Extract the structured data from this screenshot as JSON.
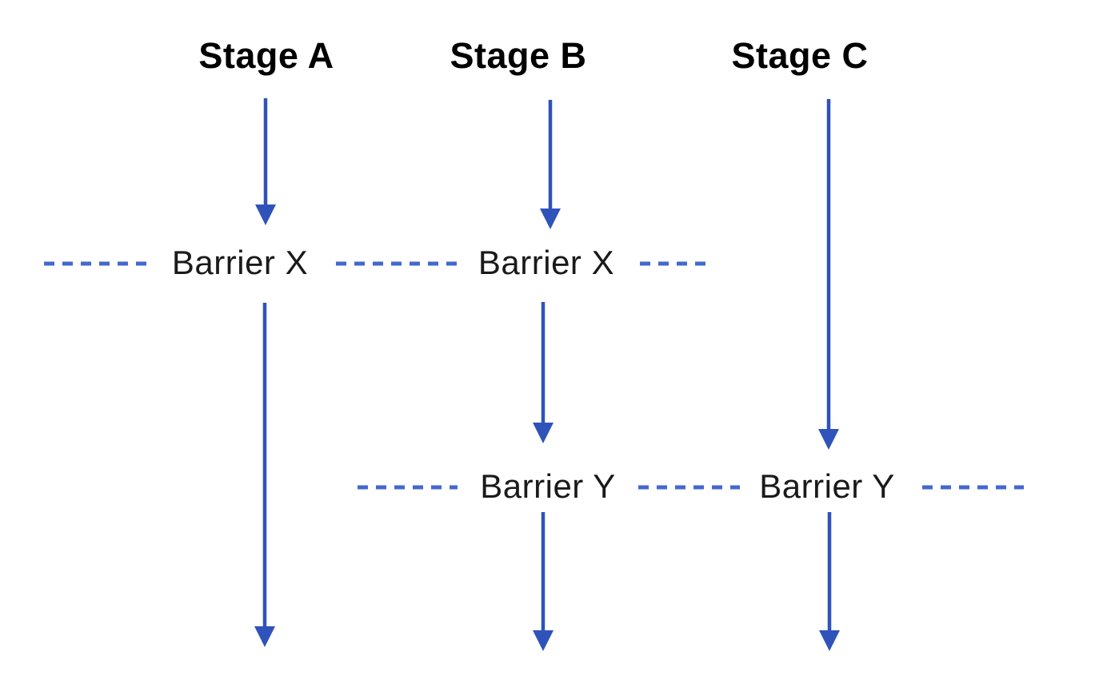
{
  "diagram": {
    "stages": [
      {
        "label": "Stage A"
      },
      {
        "label": "Stage B"
      },
      {
        "label": "Stage C"
      }
    ],
    "barriers": {
      "x_first": "Barrier X",
      "x_second": "Barrier X",
      "y_first": "Barrier Y",
      "y_second": "Barrier Y"
    },
    "icons": {
      "arrow": "down-arrow-icon"
    },
    "colors": {
      "arrow": "#2f53bb",
      "dash": "#4468cd",
      "heading_text": "#000000",
      "barrier_text": "#1a1a1a",
      "background": "#ffffff"
    }
  }
}
